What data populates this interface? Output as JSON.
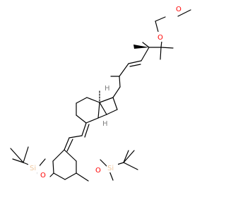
{
  "molecule": {
    "colors": {
      "bond": "#000000",
      "oxygen": "#ff0000",
      "silicon": "#f0c8a0",
      "hydrogen": "#808080",
      "background": "#ffffff"
    },
    "atoms": {
      "o_methoxy": "O",
      "o_ether": "O",
      "o_left": "O",
      "o_right": "O",
      "si_left": "Si",
      "si_right": "Si",
      "h_ring_top": "H",
      "h_ring_bottom": "H"
    }
  }
}
